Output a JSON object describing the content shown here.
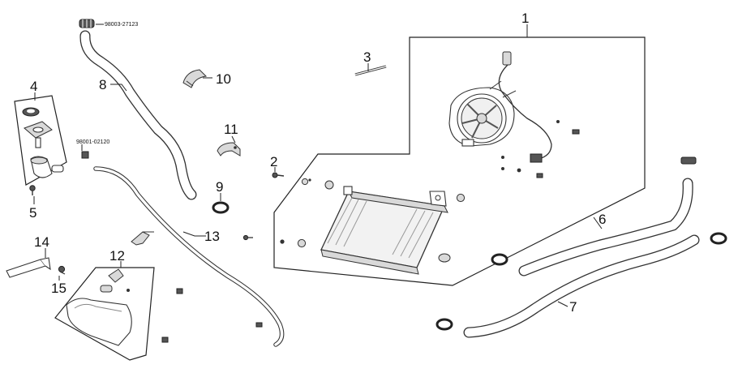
{
  "callouts": {
    "c1": "1",
    "c2": "2",
    "c3": "3",
    "c4": "4",
    "c5": "5",
    "c6": "6",
    "c7": "7",
    "c8": "8",
    "c9": "9",
    "c10": "10",
    "c11": "11",
    "c12": "12",
    "c13": "13",
    "c14": "14",
    "c15": "15"
  },
  "part_numbers": {
    "hose_clamp_top": "98003-27123",
    "bolt_left": "98001-02120"
  }
}
